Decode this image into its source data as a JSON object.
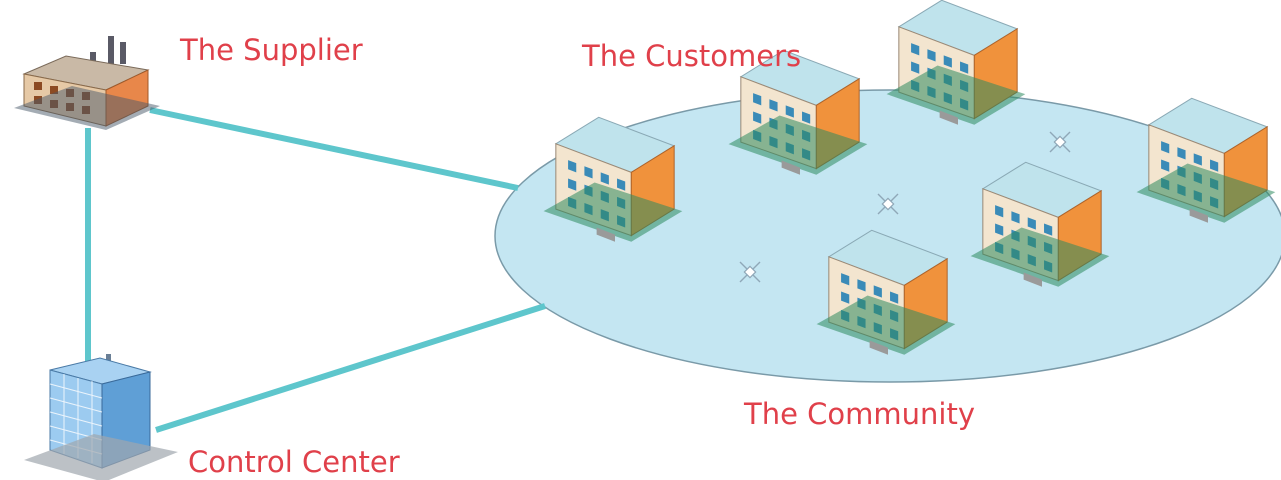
{
  "labels": {
    "supplier": "The Supplier",
    "customers": "The Customers",
    "community": "The Community",
    "control_center": "Control Center"
  },
  "nodes": [
    {
      "id": "supplier",
      "icon": "factory-icon"
    },
    {
      "id": "control_center",
      "icon": "office-tower-icon"
    },
    {
      "id": "community",
      "icon": "community-area"
    }
  ],
  "connections": [
    {
      "from": "supplier",
      "to": "control_center"
    },
    {
      "from": "supplier",
      "to": "community"
    },
    {
      "from": "control_center",
      "to": "community"
    }
  ],
  "customer_count": 6,
  "colors": {
    "link": "#5ec6cc",
    "community_fill": "#c4e6f2",
    "label": "#e0404a",
    "building_orange": "#f0923c",
    "building_wall": "#f3e5cf",
    "tower_blue": "#7fb6e6"
  }
}
